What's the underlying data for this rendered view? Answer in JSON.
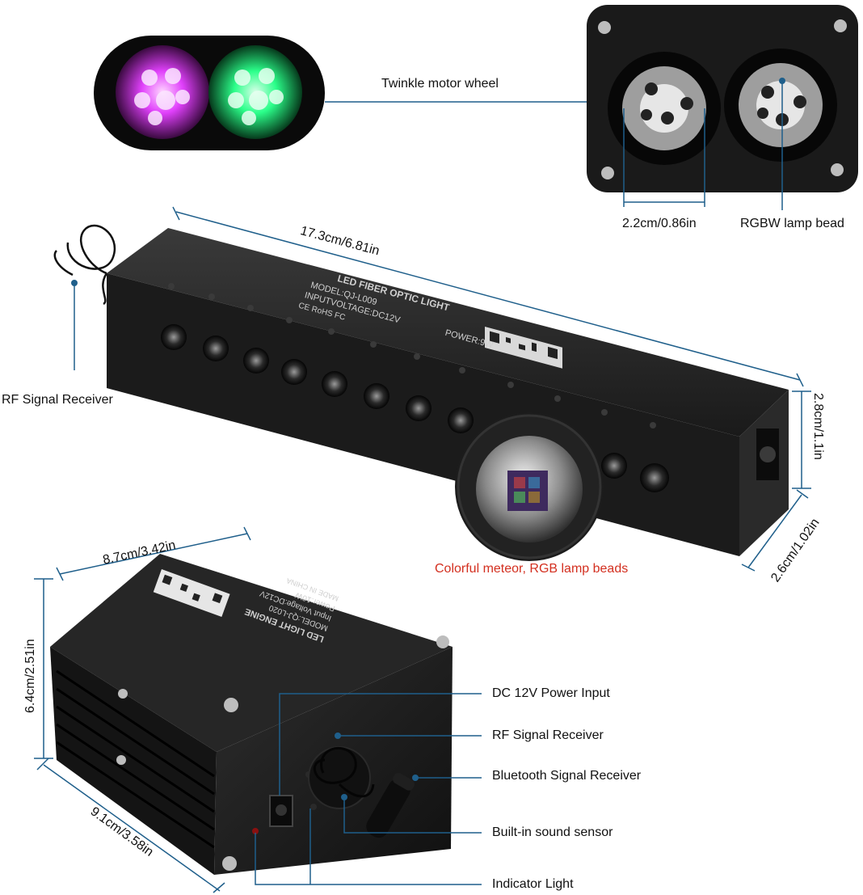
{
  "labels": {
    "twinkle_wheel": "Twinkle motor wheel",
    "dim_22": "2.2cm/0.86in",
    "rgbw_bead": "RGBW lamp bead",
    "dim_173": "17.3cm/6.81in",
    "rf_receiver_bar": "RF Signal Receiver",
    "dim_28": "2.8cm/1.1in",
    "dim_26": "2.6cm/1.02in",
    "meteor": "Colorful meteor, RGB lamp beads",
    "dim_87": "8.7cm/3.42in",
    "dim_64": "6.4cm/2.51in",
    "dim_91": "9.1cm/3.58in",
    "dc_input": "DC 12V Power Input",
    "rf_receiver_box": "RF Signal Receiver",
    "bluetooth": "Bluetooth Signal Receiver",
    "sound_sensor": "Built-in sound sensor",
    "indicator": "Indicator Light"
  },
  "bar_print": {
    "title": "LED FIBER OPTIC LIGHT",
    "model": "MODEL:QJ-L009",
    "input": "INPUTVOLTAGE:DC12V",
    "power": "POWER:9W",
    "certs": "CE RoHS FC"
  },
  "box_print": {
    "title": "LED LIGHT ENGINE",
    "model": "MODEL:QJ-L020",
    "input": "Input Voltage:DC12V",
    "power": "Power:10W",
    "made": "MADE IN CHINA"
  },
  "colors": {
    "dim_line": "#1f5f8b",
    "label_red": "#d32f1f",
    "metal": "#1c1c1c",
    "glow_pink": "#e040fb",
    "glow_green": "#2bff8a"
  }
}
